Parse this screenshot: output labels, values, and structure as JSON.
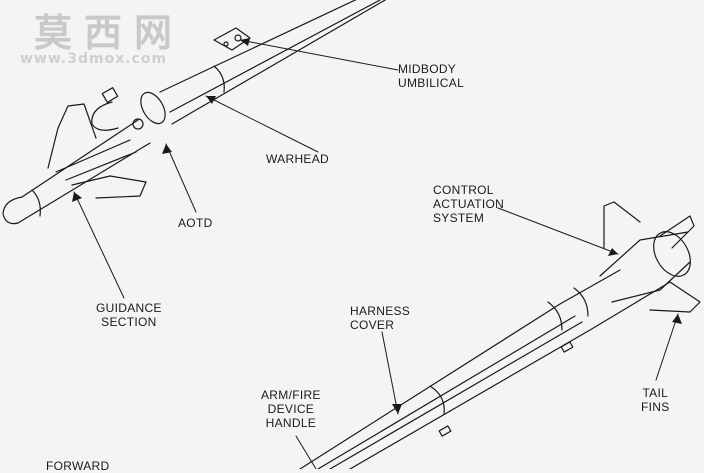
{
  "watermark": {
    "chinese": "莫西网",
    "url": "www.3dmox.com"
  },
  "labels": {
    "midbody_umbilical": [
      "MIDBODY",
      "UMBILICAL"
    ],
    "warhead": "WARHEAD",
    "aotd": "AOTD",
    "guidance_section": [
      "GUIDANCE",
      "SECTION"
    ],
    "control_actuation_system": [
      "CONTROL",
      "ACTUATION",
      "SYSTEM"
    ],
    "harness_cover": [
      "HARNESS",
      "COVER"
    ],
    "arm_fire_device_handle": [
      "ARM/FIRE",
      "DEVICE",
      "HANDLE"
    ],
    "tail_fins": [
      "TAIL",
      "FINS"
    ],
    "forward": "FORWARD"
  },
  "colors": {
    "line": "#1a1a1a",
    "background": "#f4f4f2",
    "watermark": "#c9c9c9"
  }
}
